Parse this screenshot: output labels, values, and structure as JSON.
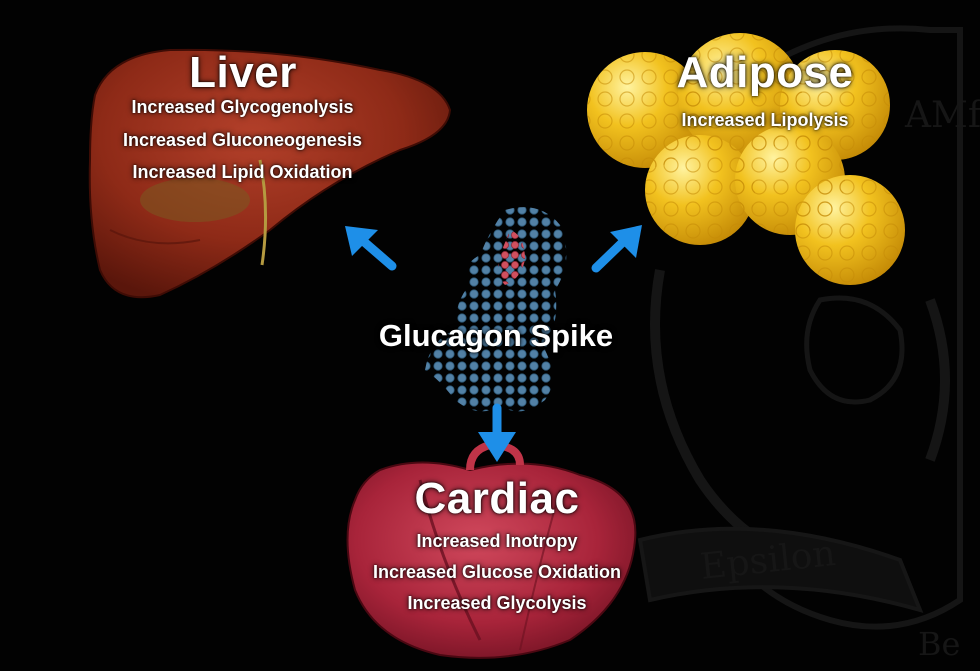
{
  "colors": {
    "arrow": "#1e8fe8",
    "liver": "#8e2a17",
    "adipose": "#f2c21f",
    "heart": "#a8243a",
    "protein_blue": "#4a7fa8",
    "protein_red": "#c9485a",
    "crest": "#141414"
  },
  "center": {
    "label": "Glucagon Spike"
  },
  "organs": {
    "liver": {
      "title": "Liver",
      "effects": [
        "Increased Glycogenolysis",
        "Increased Gluconeogenesis",
        "Increased Lipid Oxidation"
      ]
    },
    "adipose": {
      "title": "Adipose",
      "effects": [
        "Increased Lipolysis"
      ]
    },
    "cardiac": {
      "title": "Cardiac",
      "effects": [
        "Increased Inotropy",
        "Increased Glucose Oxidation",
        "Increased Glycolysis"
      ]
    }
  },
  "crest": {
    "banner_text": "Epsilon",
    "letters_top": "AMf",
    "letters_bottom": "Be"
  }
}
